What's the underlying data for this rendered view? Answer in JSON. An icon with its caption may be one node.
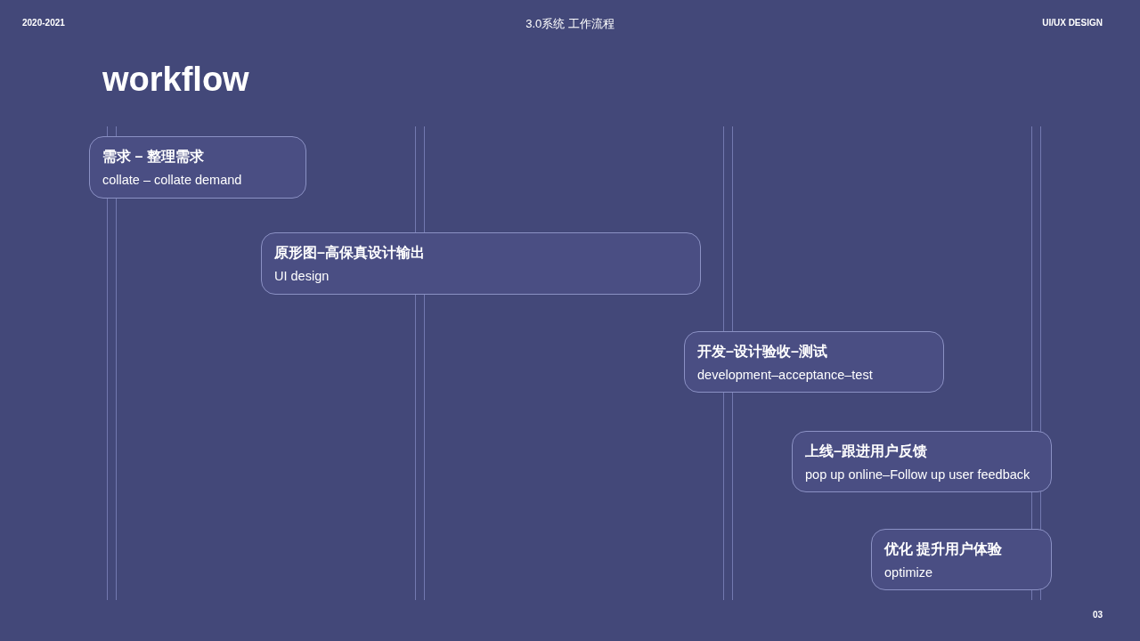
{
  "diagram": {
    "title": "workflow",
    "nodes": [
      {
        "text": [
          "需求 – 整理需求",
          "collate – collate demand"
        ]
      },
      {
        "text": [
          "原形图–高保真设计输出",
          "UI design"
        ]
      },
      {
        "text": [
          "开发–设计验收–测试",
          "development–acceptance–test"
        ]
      },
      {
        "text": [
          "上线–跟进用户反馈",
          "pop up online–Follow up user feedback"
        ]
      },
      {
        "text": [
          "优化 提升用户体验",
          "optimize"
        ]
      }
    ],
    "edges": [],
    "labels": [
      "2020-2021",
      "3.0系统 工作流程",
      "UI/UX DESIGN",
      "03"
    ]
  }
}
